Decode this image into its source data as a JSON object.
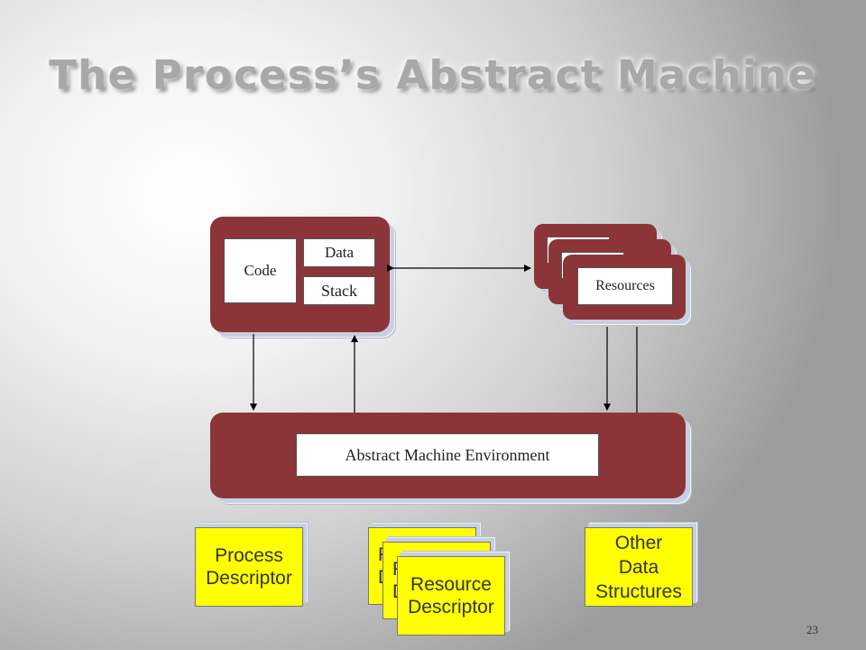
{
  "title": "The Process’s Abstract Machine",
  "process_box": {
    "code_label": "Code",
    "data_label": "Data",
    "stack_label": "Stack"
  },
  "resources_box": {
    "label": "Resources"
  },
  "environment_box": {
    "label": "Abstract Machine Environment"
  },
  "descriptors": {
    "process": [
      "Process",
      "Descriptor"
    ],
    "resource_partial_back": [
      "R",
      "D"
    ],
    "resource_partial_mid": [
      "R",
      "D"
    ],
    "resource": [
      "Resource",
      "Descriptor"
    ],
    "other": [
      "Other",
      "Data",
      "Structures"
    ]
  },
  "slide_number": "23",
  "colors": {
    "box_fill": "#8b3539",
    "descriptor_fill": "#ffff00",
    "inner_fill": "#ffffff"
  }
}
